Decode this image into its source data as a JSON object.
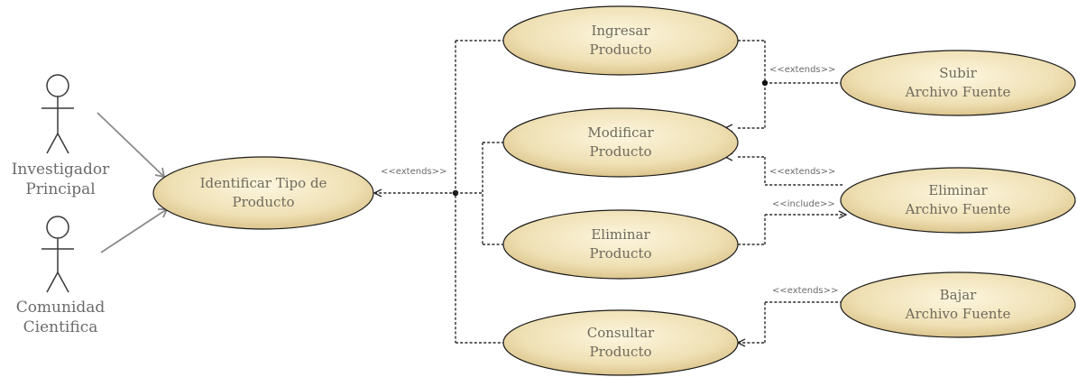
{
  "actors": {
    "investigador": [
      "Investigador",
      "Principal"
    ],
    "comunidad": [
      "Comunidad",
      "Cientifica"
    ]
  },
  "use_cases": {
    "identificar": [
      "Identificar Tipo de",
      "Producto"
    ],
    "ingresar": [
      "Ingresar",
      "Producto"
    ],
    "modificar": [
      "Modificar",
      "Producto"
    ],
    "eliminar_producto": [
      "Eliminar",
      "Producto"
    ],
    "consultar": [
      "Consultar",
      "Producto"
    ],
    "subir": [
      "Subir",
      "Archivo Fuente"
    ],
    "eliminar_archivo": [
      "Eliminar",
      "Archivo Fuente"
    ],
    "bajar": [
      "Bajar",
      "Archivo Fuente"
    ]
  },
  "stereotypes": {
    "extends_main": "<<extends>>",
    "extends_subir": "<<extends>>",
    "extends_eliminar": "<<extends>>",
    "include_eliminar": "<<include>>",
    "extends_bajar": "<<extends>>"
  },
  "colors": {
    "usecase_fill_light": "#fdf6df",
    "usecase_fill_dark": "#dcc58d",
    "usecase_stroke": "#1a1a1a",
    "connector": "#2a2a2a",
    "association": "#8a8a8a"
  }
}
